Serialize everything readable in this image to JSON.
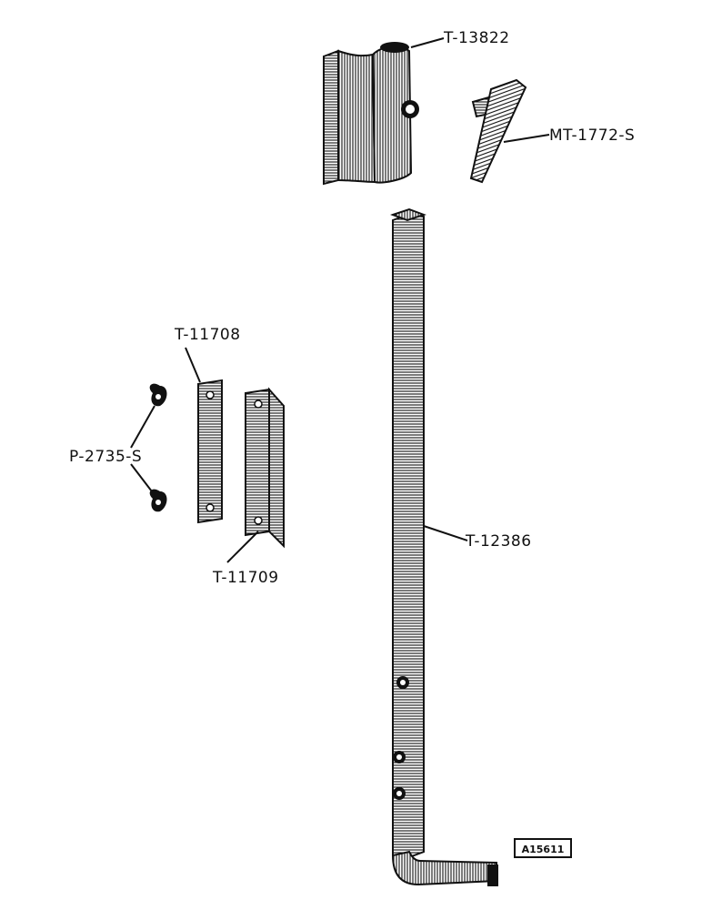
{
  "parts": [
    {
      "id": "part-t13822",
      "label": "T-13822"
    },
    {
      "id": "part-mt1772s",
      "label": "MT-1772-S"
    },
    {
      "id": "part-t11708",
      "label": "T-11708"
    },
    {
      "id": "part-p2735s",
      "label": "P-2735-S"
    },
    {
      "id": "part-t11709",
      "label": "T-11709"
    },
    {
      "id": "part-t12386",
      "label": "T-12386"
    }
  ],
  "figure_code": "A15611",
  "colors": {
    "ink": "#111111",
    "paper": "#ffffff"
  }
}
